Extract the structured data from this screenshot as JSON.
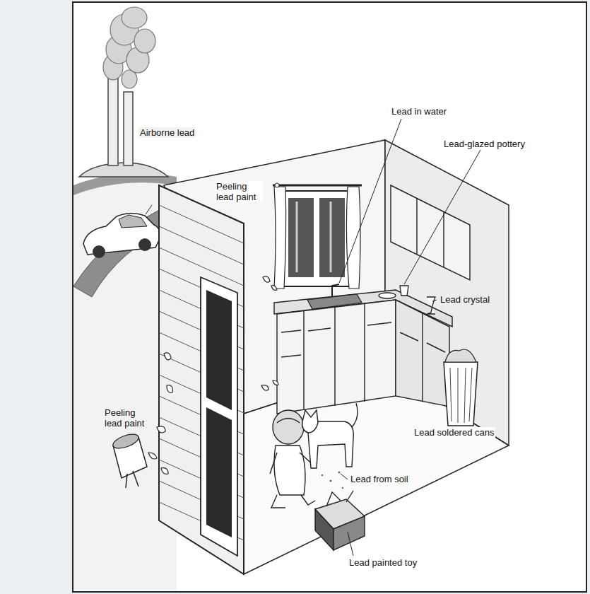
{
  "diagram": {
    "labels": [
      "Airborne lead",
      "Lead in water",
      "Lead-glazed pottery",
      "Peeling lead paint",
      "Lead crystal",
      "Peeling lead paint",
      "Lead soldered cans",
      "Lead from soil",
      "Lead painted toy"
    ]
  }
}
